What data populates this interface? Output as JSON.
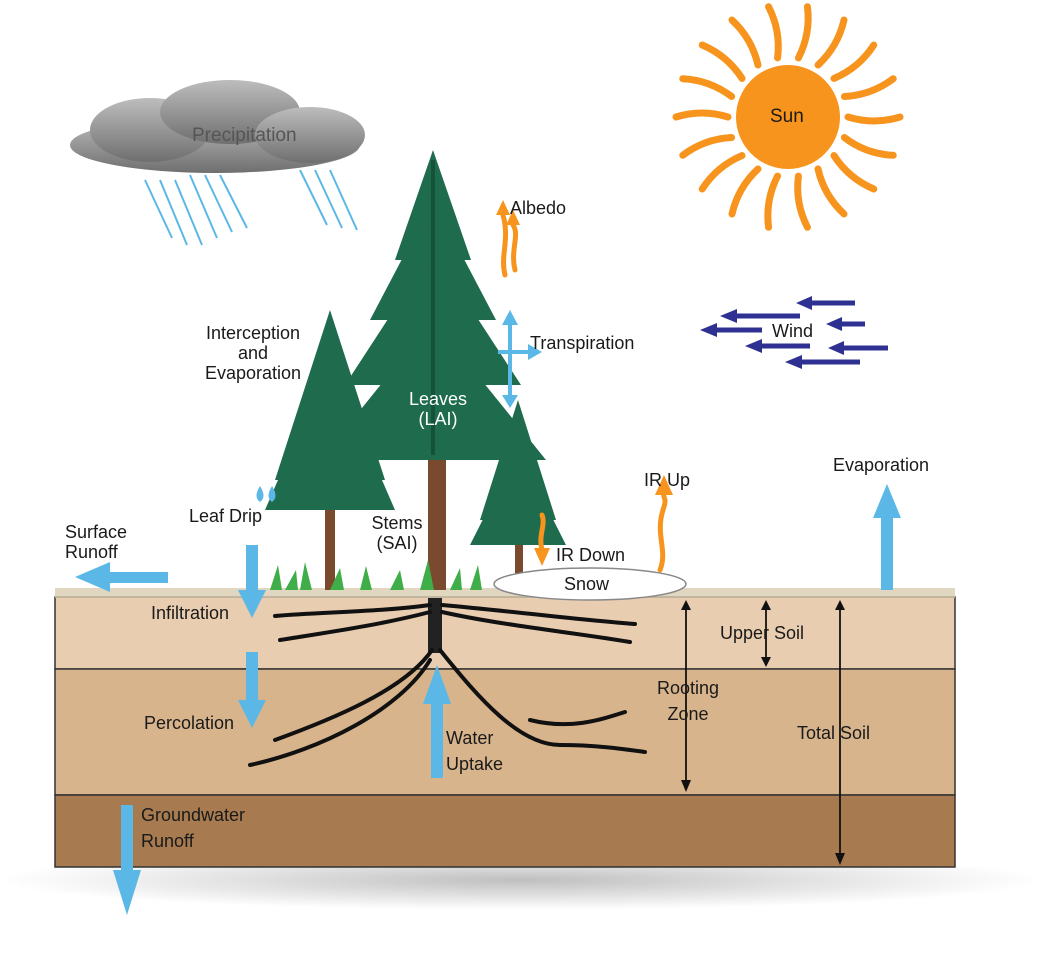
{
  "labels": {
    "precipitation": "Precipitation",
    "sun": "Sun",
    "albedo": "Albedo",
    "transpiration": "Transpiration",
    "wind": "Wind",
    "interception_line1": "Interception",
    "interception_line2": "and",
    "interception_line3": "Evaporation",
    "leaves_line1": "Leaves",
    "leaves_line2": "(LAI)",
    "ir_up": "IR Up",
    "evaporation": "Evaporation",
    "surface_runoff_line1": "Surface",
    "surface_runoff_line2": "Runoff",
    "leaf_drip": "Leaf Drip",
    "stems_line1": "Stems",
    "stems_line2": "(SAI)",
    "ir_down": "IR Down",
    "snow": "Snow",
    "infiltration": "Infiltration",
    "upper_soil": "Upper Soil",
    "rooting_zone_line1": "Rooting",
    "rooting_zone_line2": "Zone",
    "percolation": "Percolation",
    "water_uptake_line1": "Water",
    "water_uptake_line2": "Uptake",
    "total_soil": "Total Soil",
    "groundwater_line1": "Groundwater",
    "groundwater_line2": "Runoff"
  },
  "colors": {
    "water_arrow": "#5bb8e6",
    "energy_arrow": "#f7941d",
    "wind_arrow": "#2e3192",
    "tree": "#1f6b4e",
    "tree_dark": "#14523a",
    "trunk": "#7a4a2e",
    "soil_upper": "#e8cdb0",
    "soil_middle": "#d8b48c",
    "soil_deep": "#a87a4f",
    "root": "#111111",
    "sun": "#f7941d",
    "cloud": "#8a8a8a"
  }
}
